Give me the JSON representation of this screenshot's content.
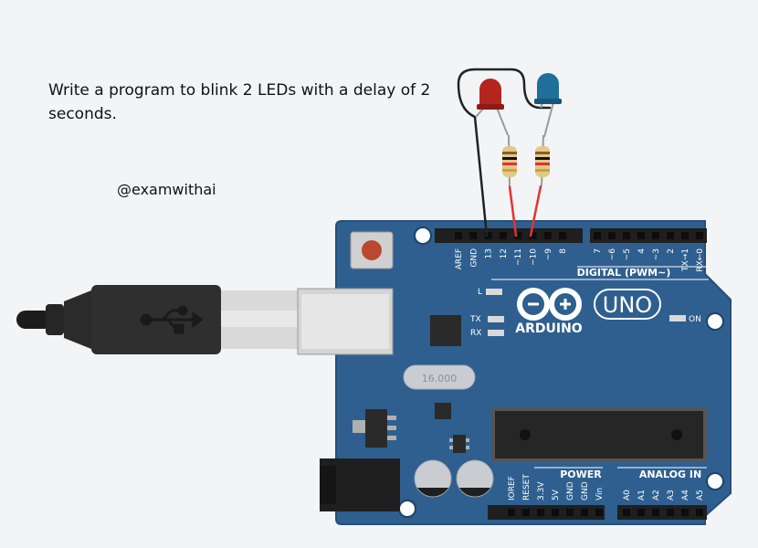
{
  "prompt": "Write a program to blink 2 LEDs with a delay of 2 seconds.",
  "handle": "@examwithai",
  "board": {
    "brand": "ARDUINO",
    "model": "UNO",
    "crystal": "16.000",
    "digital_header": "DIGITAL (PWM~)",
    "digital_pins": [
      "AREF",
      "GND",
      "13",
      "12",
      "~11",
      "~10",
      "~9",
      "8",
      "7",
      "~6",
      "~5",
      "4",
      "~3",
      "2",
      "TX→1",
      "RX←0"
    ],
    "power_header": "POWER",
    "power_pins": [
      "IOREF",
      "RESET",
      "3.3V",
      "5V",
      "GND",
      "GND",
      "Vin"
    ],
    "analog_header": "ANALOG IN",
    "analog_pins": [
      "A0",
      "A1",
      "A2",
      "A3",
      "A4",
      "A5"
    ],
    "led_labels": {
      "l": "L",
      "tx": "TX",
      "rx": "RX",
      "on": "ON"
    }
  },
  "components": {
    "led_1_color": "#b3261e",
    "led_2_color": "#1f6f9a",
    "board_color": "#2e5f8f",
    "wire_red": "#e3342f",
    "wire_black": "#222222"
  }
}
